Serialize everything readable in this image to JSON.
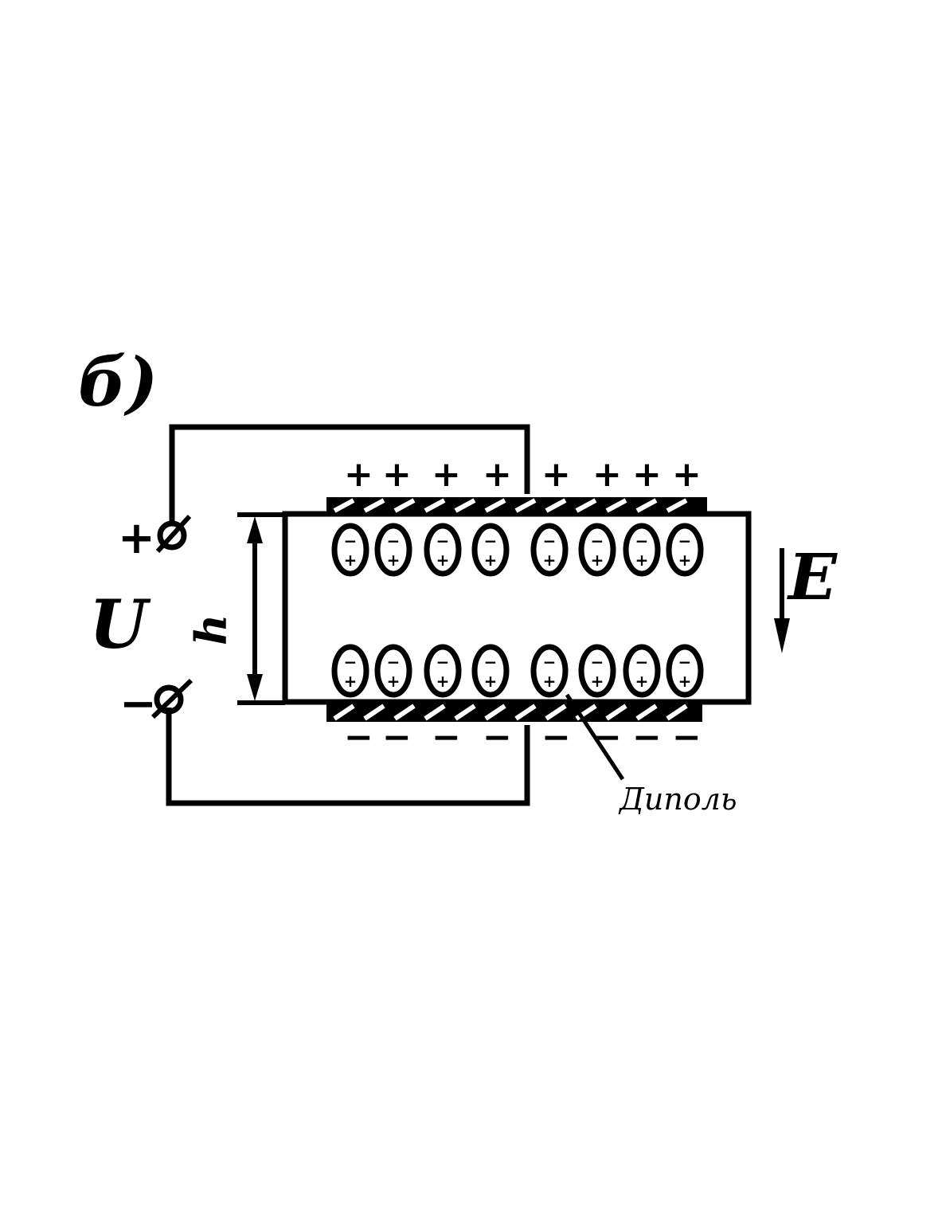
{
  "labels": {
    "panel": "б)",
    "voltage": "U",
    "field": "E",
    "thickness": "h",
    "dipole": "Диполь",
    "terminal_plus": "+",
    "terminal_minus": "−"
  },
  "plate_charges": {
    "top": [
      "+",
      "+",
      "+",
      "+",
      "+",
      "+",
      "+",
      "+"
    ],
    "bottom": [
      "−",
      "−",
      "−",
      "−",
      "−",
      "−",
      "−",
      "−"
    ]
  },
  "dipole_rows": {
    "top_count": 8,
    "bottom_count": 8
  },
  "colors": {
    "ink": "#000000",
    "background": "#ffffff"
  }
}
